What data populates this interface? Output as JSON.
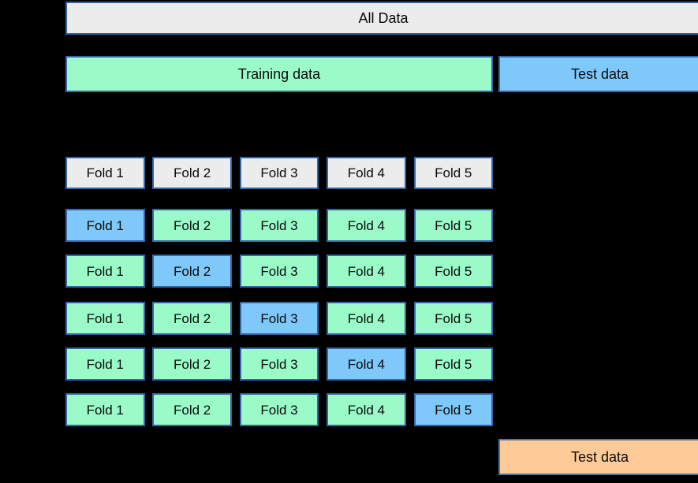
{
  "all_data": {
    "label": "All Data"
  },
  "split": {
    "training_label": "Training data",
    "test_label": "Test data"
  },
  "fold_header": {
    "labels": [
      "Fold 1",
      "Fold 2",
      "Fold 3",
      "Fold 4",
      "Fold 5"
    ]
  },
  "cv": {
    "rows": [
      {
        "validation_fold_index": 0,
        "cells": [
          {
            "label": "Fold 1",
            "role": "validation"
          },
          {
            "label": "Fold 2",
            "role": "train"
          },
          {
            "label": "Fold 3",
            "role": "train"
          },
          {
            "label": "Fold 4",
            "role": "train"
          },
          {
            "label": "Fold 5",
            "role": "train"
          }
        ]
      },
      {
        "validation_fold_index": 1,
        "cells": [
          {
            "label": "Fold 1",
            "role": "train"
          },
          {
            "label": "Fold 2",
            "role": "validation"
          },
          {
            "label": "Fold 3",
            "role": "train"
          },
          {
            "label": "Fold 4",
            "role": "train"
          },
          {
            "label": "Fold 5",
            "role": "train"
          }
        ]
      },
      {
        "validation_fold_index": 2,
        "cells": [
          {
            "label": "Fold 1",
            "role": "train"
          },
          {
            "label": "Fold 2",
            "role": "train"
          },
          {
            "label": "Fold 3",
            "role": "validation"
          },
          {
            "label": "Fold 4",
            "role": "train"
          },
          {
            "label": "Fold 5",
            "role": "train"
          }
        ]
      },
      {
        "validation_fold_index": 3,
        "cells": [
          {
            "label": "Fold 1",
            "role": "train"
          },
          {
            "label": "Fold 2",
            "role": "train"
          },
          {
            "label": "Fold 3",
            "role": "train"
          },
          {
            "label": "Fold 4",
            "role": "validation"
          },
          {
            "label": "Fold 5",
            "role": "train"
          }
        ]
      },
      {
        "validation_fold_index": 4,
        "cells": [
          {
            "label": "Fold 1",
            "role": "train"
          },
          {
            "label": "Fold 2",
            "role": "train"
          },
          {
            "label": "Fold 3",
            "role": "train"
          },
          {
            "label": "Fold 4",
            "role": "train"
          },
          {
            "label": "Fold 5",
            "role": "validation"
          }
        ]
      }
    ]
  },
  "final_eval": {
    "test_label": "Test data"
  },
  "colors": {
    "background": "#000000",
    "header_gray": "#ececec",
    "train_green": "#9afbc9",
    "validation_blue": "#7ec8fa",
    "final_test_orange": "#fdca98",
    "box_border_blue": "#3465a4"
  }
}
